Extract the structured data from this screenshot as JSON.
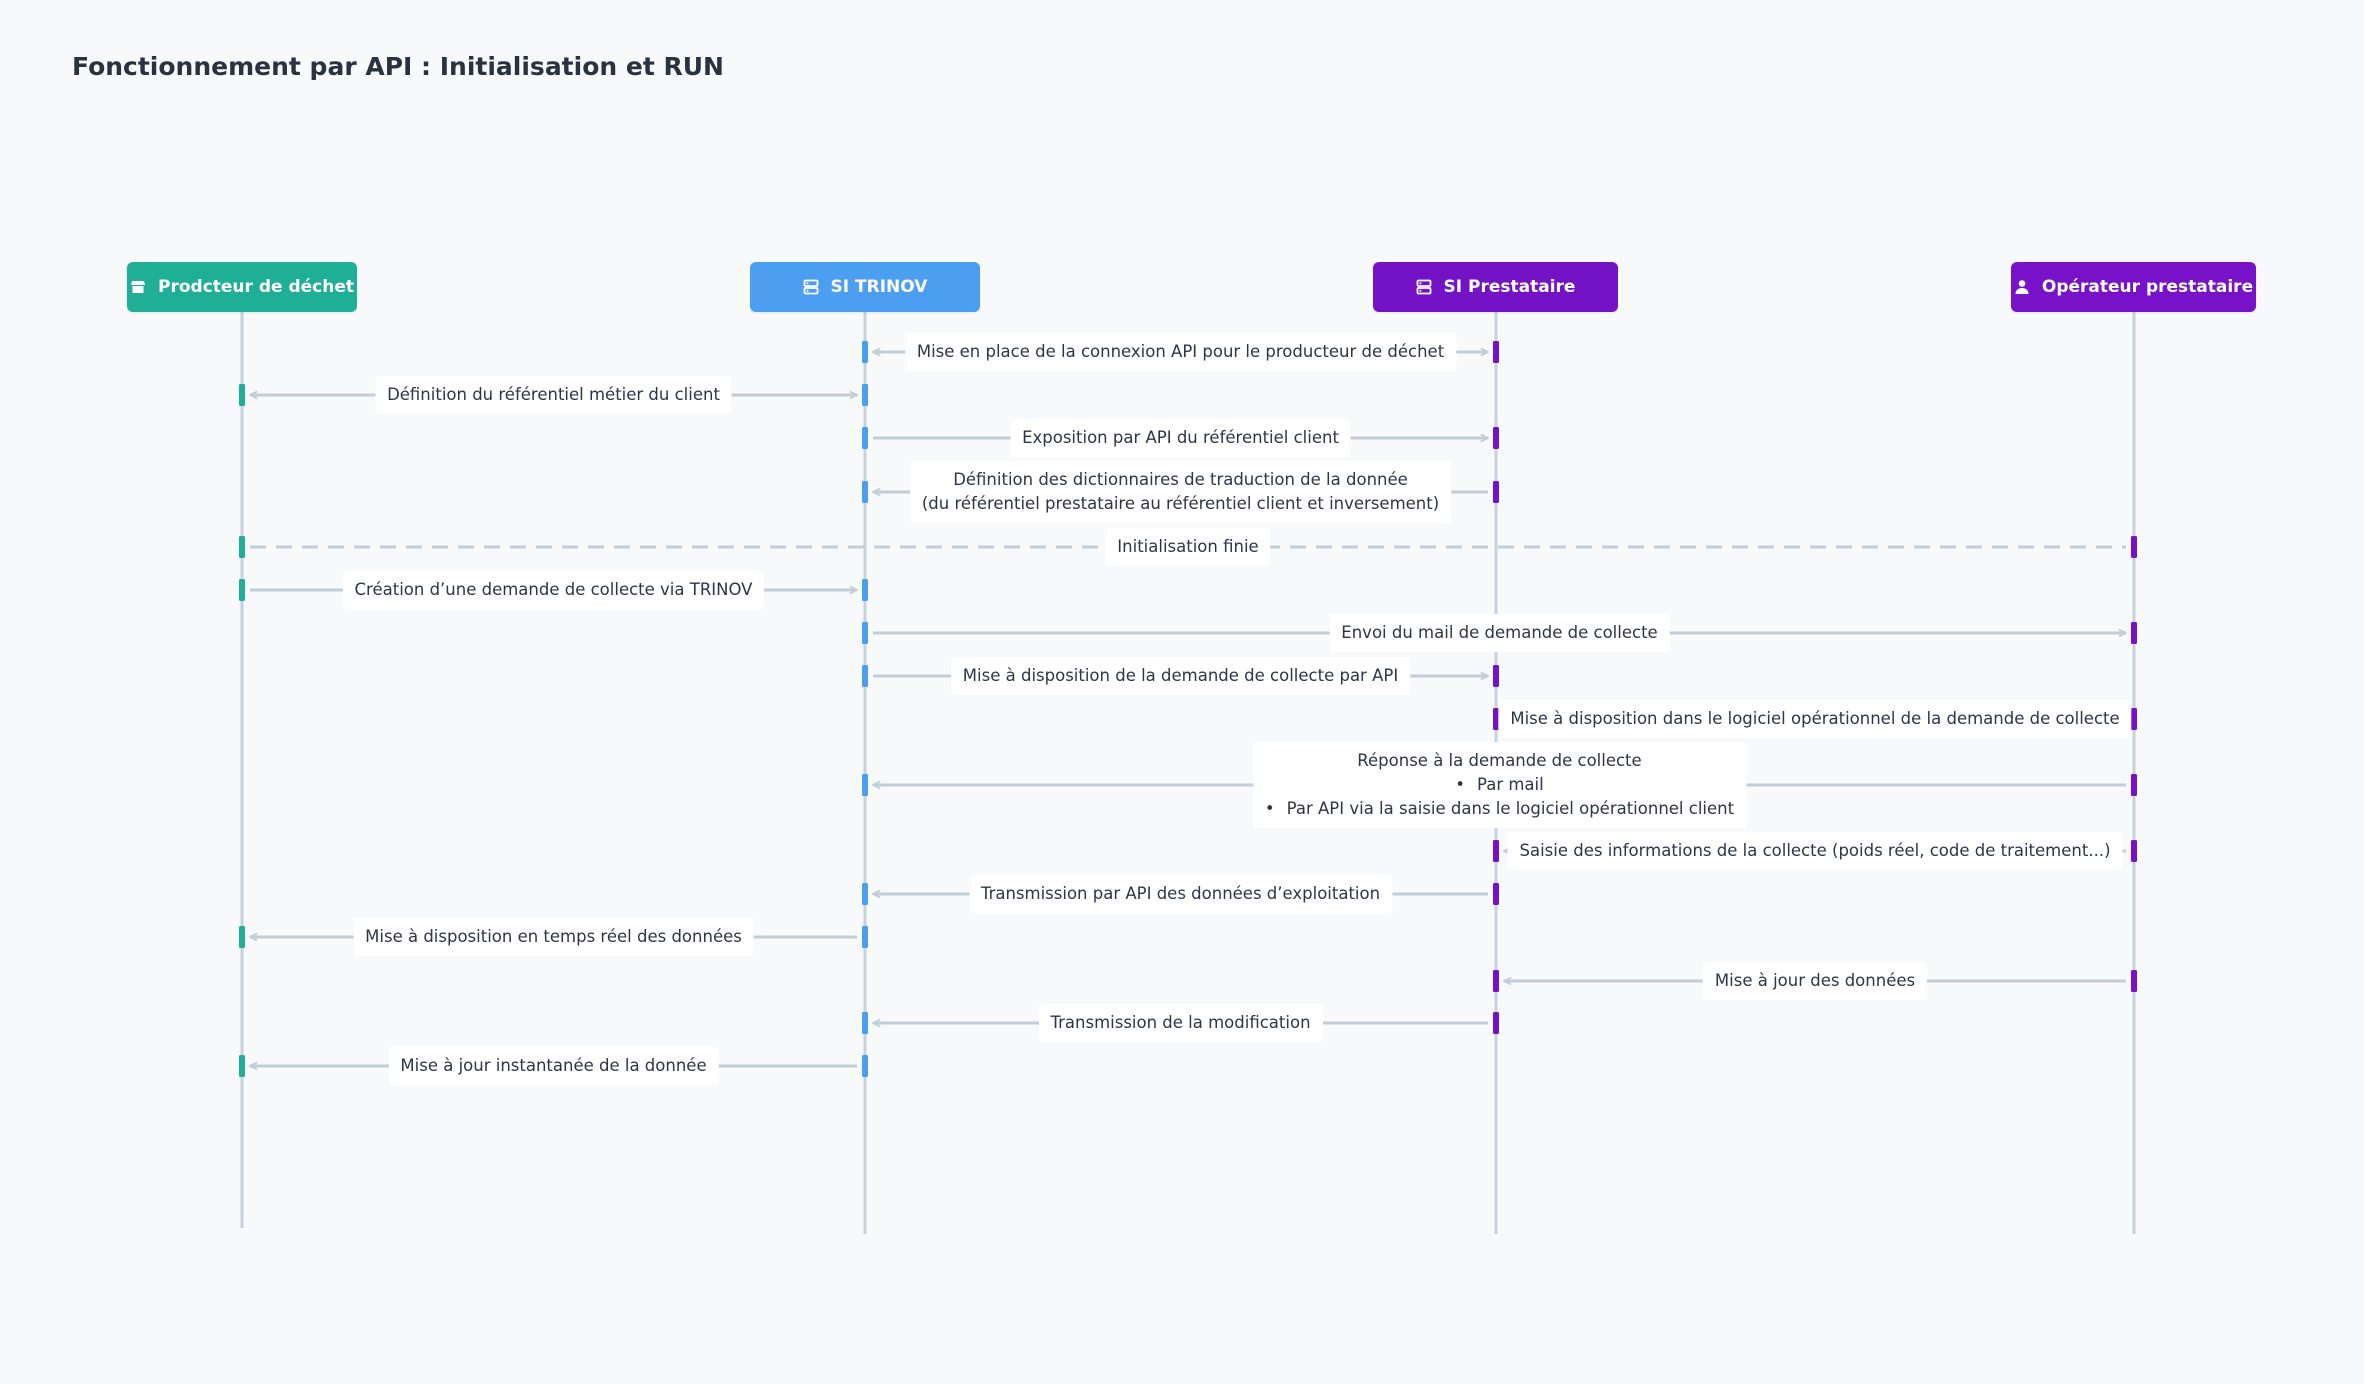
{
  "title": "Fonctionnement par API : Initialisation et RUN",
  "colors": {
    "lifeline": "#c7d1dc",
    "arrow": "#c3cdd8",
    "producteur": "#1fae96",
    "trinov": "#4c9ef0",
    "prestataire": "#7412c6",
    "operateur": "#7712c8"
  },
  "actors": [
    {
      "id": "producteur",
      "label": "Prodcteur de déchet",
      "icon": "store-icon",
      "color": "#1fae96"
    },
    {
      "id": "trinov",
      "label": "SI TRINOV",
      "icon": "server-icon",
      "color": "#4c9ef0"
    },
    {
      "id": "prestataire",
      "label": "SI Prestataire",
      "icon": "server-icon",
      "color": "#7412c6"
    },
    {
      "id": "operateur",
      "label": "Opérateur prestataire",
      "icon": "user-icon",
      "color": "#7712c8"
    }
  ],
  "messages": [
    {
      "from": "prestataire",
      "to": "trinov",
      "both": true,
      "text": "Mise en place de la connexion API pour le producteur de déchet"
    },
    {
      "from": "trinov",
      "to": "producteur",
      "both": true,
      "text": "Définition du référentiel métier du client"
    },
    {
      "from": "trinov",
      "to": "prestataire",
      "text": "Exposition par API du référentiel client"
    },
    {
      "from": "prestataire",
      "to": "trinov",
      "lines": [
        "Définition des dictionnaires de traduction de la donnée",
        "(du référentiel prestataire au référentiel client et inversement)"
      ]
    },
    {
      "from": "producteur",
      "to": "operateur",
      "dashed": true,
      "text": "Initialisation finie"
    },
    {
      "from": "producteur",
      "to": "trinov",
      "text": "Création d’une demande de collecte via TRINOV"
    },
    {
      "from": "trinov",
      "to": "operateur",
      "text": "Envoi du mail de demande de collecte"
    },
    {
      "from": "trinov",
      "to": "prestataire",
      "text": "Mise à disposition de la demande de collecte par API"
    },
    {
      "from": "prestataire",
      "to": "operateur",
      "text": "Mise à disposition dans le logiciel opérationnel de la demande de collecte"
    },
    {
      "from": "operateur",
      "to": "trinov",
      "lines": [
        "Réponse à la demande de collecte"
      ],
      "bullets": [
        "Par mail",
        "Par API via la saisie dans le logiciel opérationnel client"
      ]
    },
    {
      "from": "operateur",
      "to": "prestataire",
      "text": "Saisie des informations de la collecte (poids réel, code de traitement...)"
    },
    {
      "from": "prestataire",
      "to": "trinov",
      "text": "Transmission par API des données d’exploitation"
    },
    {
      "from": "trinov",
      "to": "producteur",
      "text": "Mise à disposition en temps réel des données"
    },
    {
      "from": "operateur",
      "to": "prestataire",
      "text": "Mise à jour des données"
    },
    {
      "from": "prestataire",
      "to": "trinov",
      "text": "Transmission de la modification"
    },
    {
      "from": "trinov",
      "to": "producteur",
      "text": "Mise à jour instantanée de la donnée"
    }
  ]
}
